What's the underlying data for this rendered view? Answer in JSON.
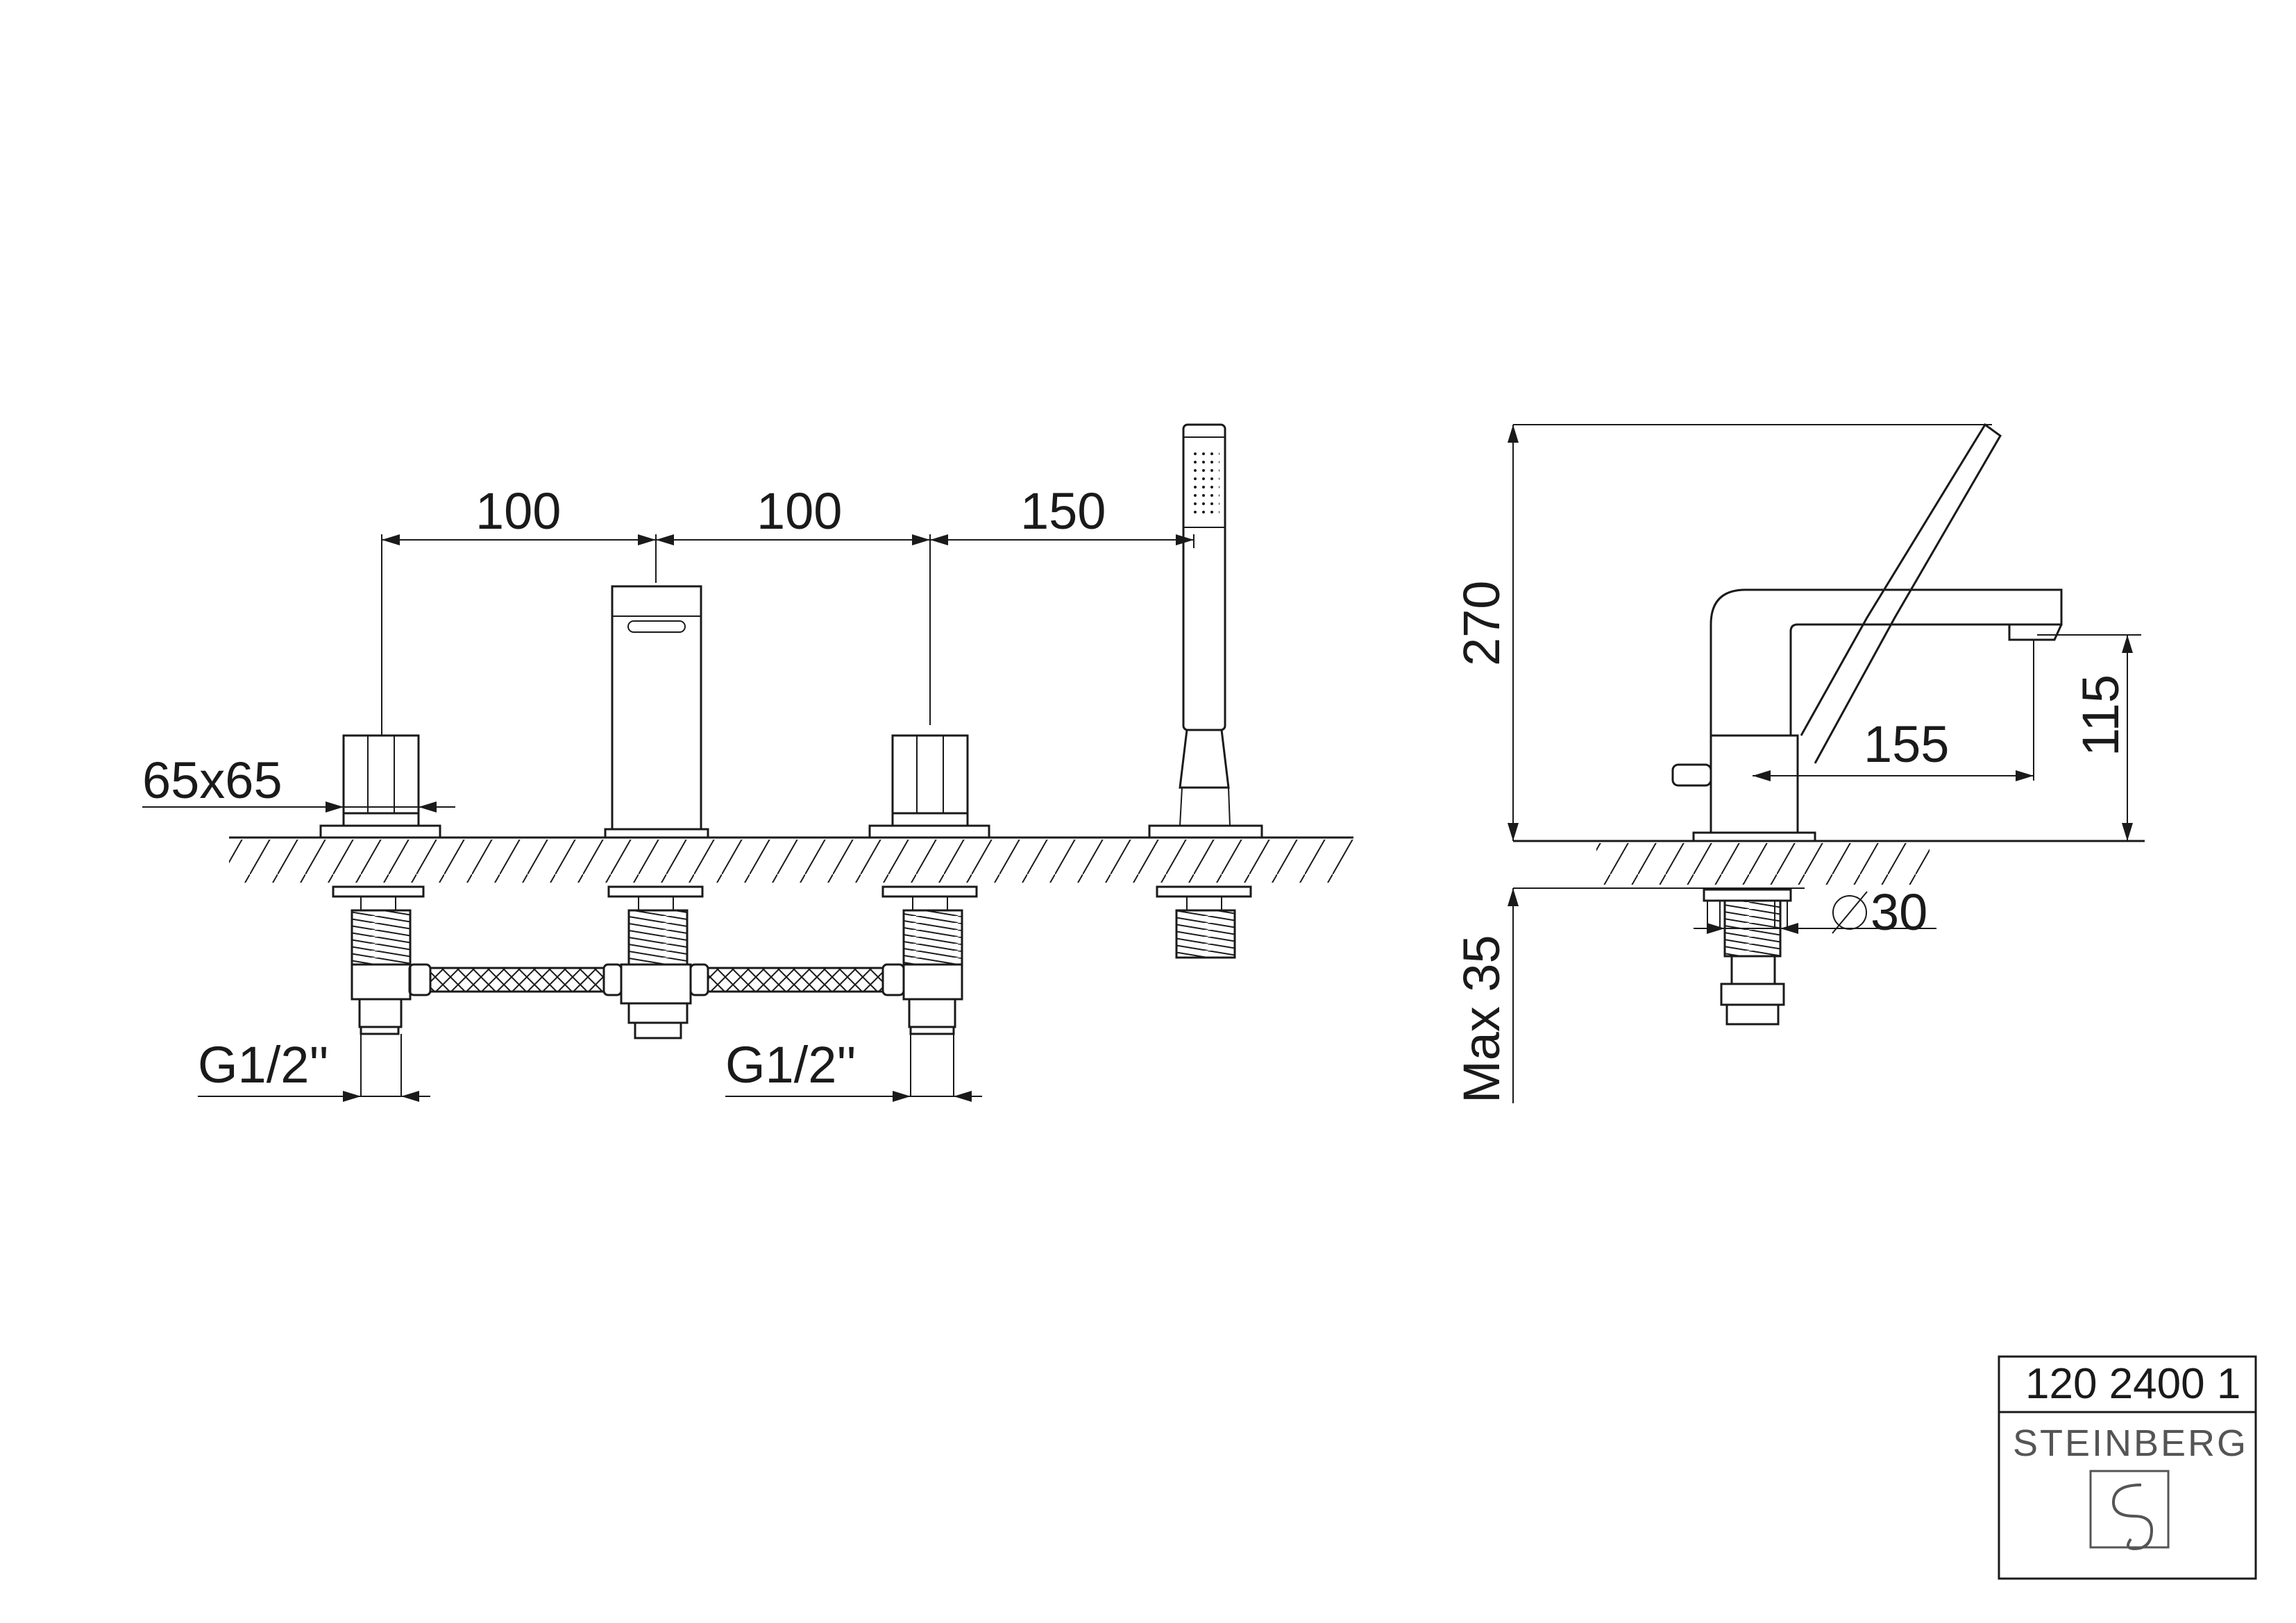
{
  "dimensions": {
    "spacing_1": "100",
    "spacing_2": "100",
    "spacing_3": "150",
    "rosette_size": "65x65",
    "inlet_left": "G1/2''",
    "inlet_right": "G1/2''",
    "total_height": "270",
    "max_thickness": "Max 35",
    "spout_projection": "155",
    "spout_height": "115",
    "hole_diameter": "30"
  },
  "title_block": {
    "article_number": "120 2400 1",
    "brand": "STEINBERG",
    "logo": "steinberg-logo"
  }
}
